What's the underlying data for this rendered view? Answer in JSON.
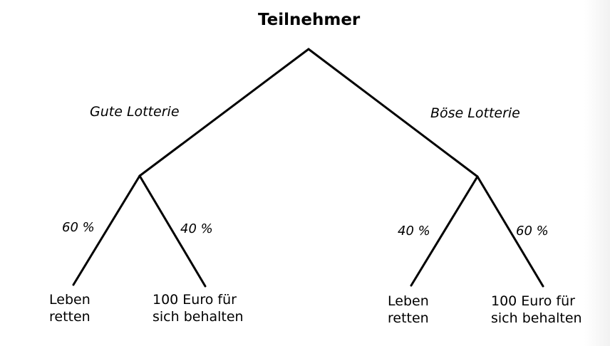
{
  "diagram": {
    "root": "Teilnehmer",
    "branches": [
      {
        "label": "Gute Lotterie",
        "outcomes": [
          {
            "probability": "60 %",
            "lines": [
              "Leben",
              "retten"
            ]
          },
          {
            "probability": "40 %",
            "lines": [
              "100 Euro für",
              "sich behalten"
            ]
          }
        ]
      },
      {
        "label": "Böse Lotterie",
        "outcomes": [
          {
            "probability": "40 %",
            "lines": [
              "Leben",
              "retten"
            ]
          },
          {
            "probability": "60 %",
            "lines": [
              "100 Euro für",
              "sich behalten"
            ]
          }
        ]
      }
    ],
    "colors": {
      "line": "#000000",
      "text": "#000000",
      "background": "#ffffff"
    }
  }
}
